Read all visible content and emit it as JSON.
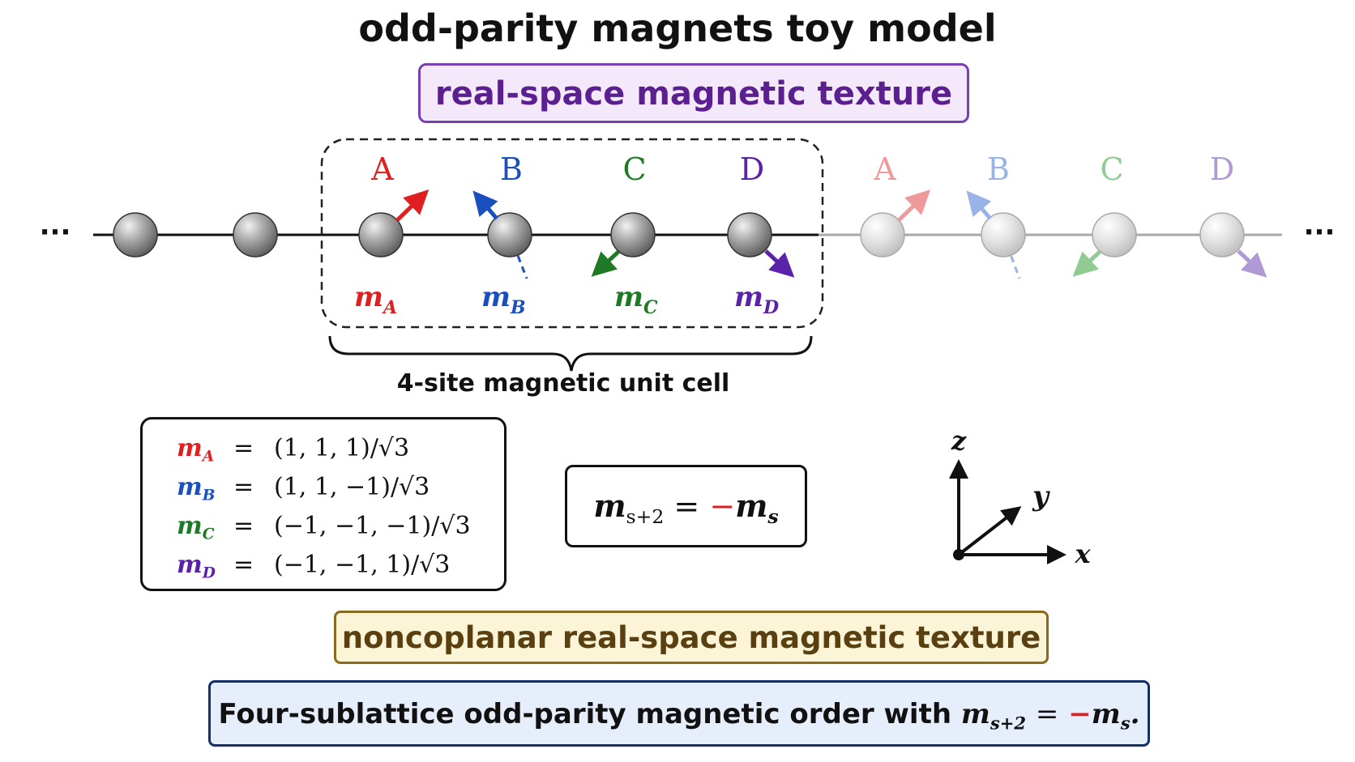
{
  "title": "odd-parity magnets toy model",
  "subtitle_top": "real-space magnetic texture",
  "subtitle_bottom": "noncoplanar real-space magnetic texture",
  "summary": {
    "text": "Four-sublattice odd-parity magnetic order with",
    "m": "m",
    "sub_lhs": "s+2",
    "equals": "=",
    "minus": "−",
    "sub_rhs": "s",
    "period": "."
  },
  "unit_cell_label": "4-site magnetic unit cell",
  "ellipsis": "···",
  "sites": [
    {
      "label": "A",
      "moment_label": "m",
      "moment_sub": "A",
      "color": "#e02020"
    },
    {
      "label": "B",
      "moment_label": "m",
      "moment_sub": "B",
      "color": "#1a4fc0"
    },
    {
      "label": "C",
      "moment_label": "m",
      "moment_sub": "C",
      "color": "#1e7a25"
    },
    {
      "label": "D",
      "moment_label": "m",
      "moment_sub": "D",
      "color": "#5a22a8"
    }
  ],
  "moments": [
    {
      "lhs": "m",
      "sub": "A",
      "eq": "=",
      "value": "(1, 1, 1)/√3",
      "color": "#e02020"
    },
    {
      "lhs": "m",
      "sub": "B",
      "eq": "=",
      "value": "(1, 1, −1)/√3",
      "color": "#1a4fc0"
    },
    {
      "lhs": "m",
      "sub": "C",
      "eq": "=",
      "value": "(−1, −1, −1)/√3",
      "color": "#1e7a25"
    },
    {
      "lhs": "m",
      "sub": "D",
      "eq": "=",
      "value": "(−1, −1, 1)/√3",
      "color": "#5a22a8"
    }
  ],
  "relation": {
    "m": "m",
    "sub_lhs": "s+2",
    "equals": "=",
    "minus": "−",
    "sub_rhs": "s"
  },
  "axes": {
    "x": "x",
    "y": "y",
    "z": "z"
  },
  "colors": {
    "sphere": "#9a9a9a",
    "sphere_faded": "#d8d8d8",
    "chain": "#111111",
    "chain_faded": "#a8a8a8",
    "minus_red": "#e02020"
  }
}
